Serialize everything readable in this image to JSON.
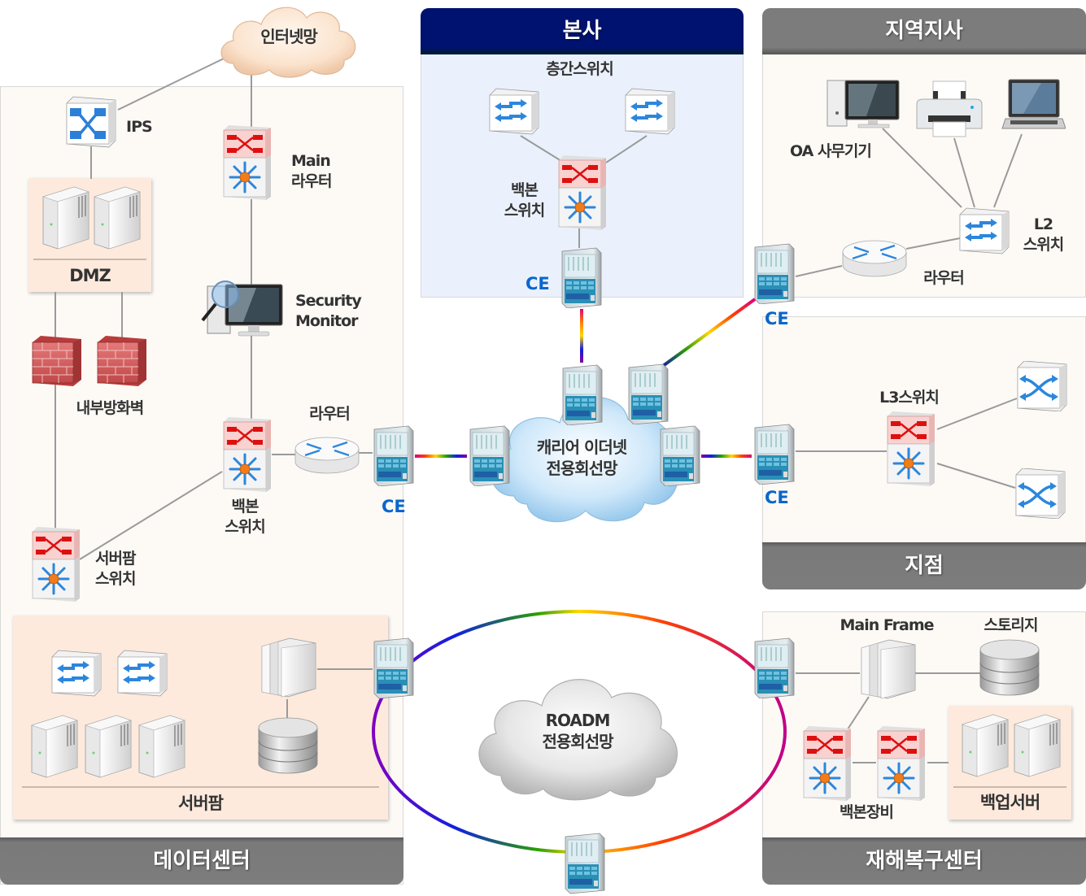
{
  "sections": {
    "datacenter": {
      "title": "데이터센터"
    },
    "hq": {
      "title": "본사"
    },
    "regional": {
      "title": "지역지사"
    },
    "branch": {
      "title": "지점"
    },
    "dr": {
      "title": "재해복구센터"
    }
  },
  "clouds": {
    "internet": "인터넷망",
    "carrier_line1": "캐리어 이더넷",
    "carrier_line2": "전용회선망",
    "roadm_line1": "ROADM",
    "roadm_line2": "전용회선망"
  },
  "datacenter": {
    "ips": "IPS",
    "main_router_line1": "Main",
    "main_router_line2": "라우터",
    "dmz": "DMZ",
    "security_monitor_line1": "Security",
    "security_monitor_line2": "Monitor",
    "internal_firewall": "내부방화벽",
    "router": "라우터",
    "backbone_switch_line1": "백본",
    "backbone_switch_line2": "스위치",
    "server_farm_switch_line1": "서버팜",
    "server_farm_switch_line2": "스위치",
    "server_farm": "서버팜",
    "ce": "CE"
  },
  "hq": {
    "floor_switch": "층간스위치",
    "backbone_switch_line1": "백본",
    "backbone_switch_line2": "스위치",
    "ce": "CE"
  },
  "regional": {
    "oa_devices": "OA 사무기기",
    "l2_switch_line1": "L2",
    "l2_switch_line2": "스위치",
    "router": "라우터",
    "ce": "CE"
  },
  "branch": {
    "l3_switch": "L3스위치",
    "ce": "CE"
  },
  "dr": {
    "main_frame": "Main Frame",
    "storage": "스토리지",
    "backbone_equipment": "백본장비",
    "backup_server": "백업서버"
  },
  "colors": {
    "navy_header": "#001270",
    "gray_header": "#7c7c7c",
    "ce_label": "#0a66cc",
    "panel_bg": "#fdfaf6",
    "hq_panel_bg": "#ebf1fc",
    "subbox_bg": "#fdeadd"
  }
}
